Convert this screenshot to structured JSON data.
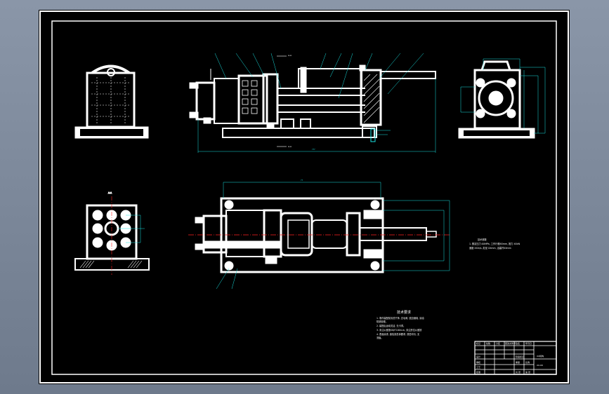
{
  "canvas": {
    "background": "#000000",
    "outer_background": "#7f8b9d"
  },
  "colors": {
    "line": "#ffffff",
    "dimension": "#19e0e0",
    "centerline": "#ff2020",
    "hatch": "#ffffff"
  },
  "section_label": "A-A",
  "dim_values": {
    "top_total": "???",
    "plan_total": "??"
  },
  "tech_requirements": {
    "title": "技术要求",
    "lines": [
      "1. 零件装配前清洗干净, 去毛刺, 锐边倒钝, 涂油",
      "   防锈处理。",
      "2. 装配后运动灵活, 无卡滞。",
      "3. 未注公差按GB/T1804-m, 未注形位公差按",
      "4. 表面涂漆, 颜色按总体要求, 漆层均匀, 无",
      "   流痕。"
    ]
  },
  "side_note": {
    "title": "技术参数",
    "lines": [
      "1. 额定压力:XXMPa, 工作行程XXmm, 推力 XXkN",
      "   速度 XXm/s, 缸径 XXmm, 活塞杆XXmm"
    ]
  },
  "title_block": {
    "drawing_name": "XX机构",
    "drawing_code": "XX-00",
    "cells": [
      "标记",
      "处数",
      "分区",
      "更改文件号",
      "签名",
      "年月日",
      "设计",
      "审核",
      "工艺",
      "批准",
      "阶段标记",
      "重量",
      "比例",
      "共 张",
      "第 张"
    ]
  }
}
